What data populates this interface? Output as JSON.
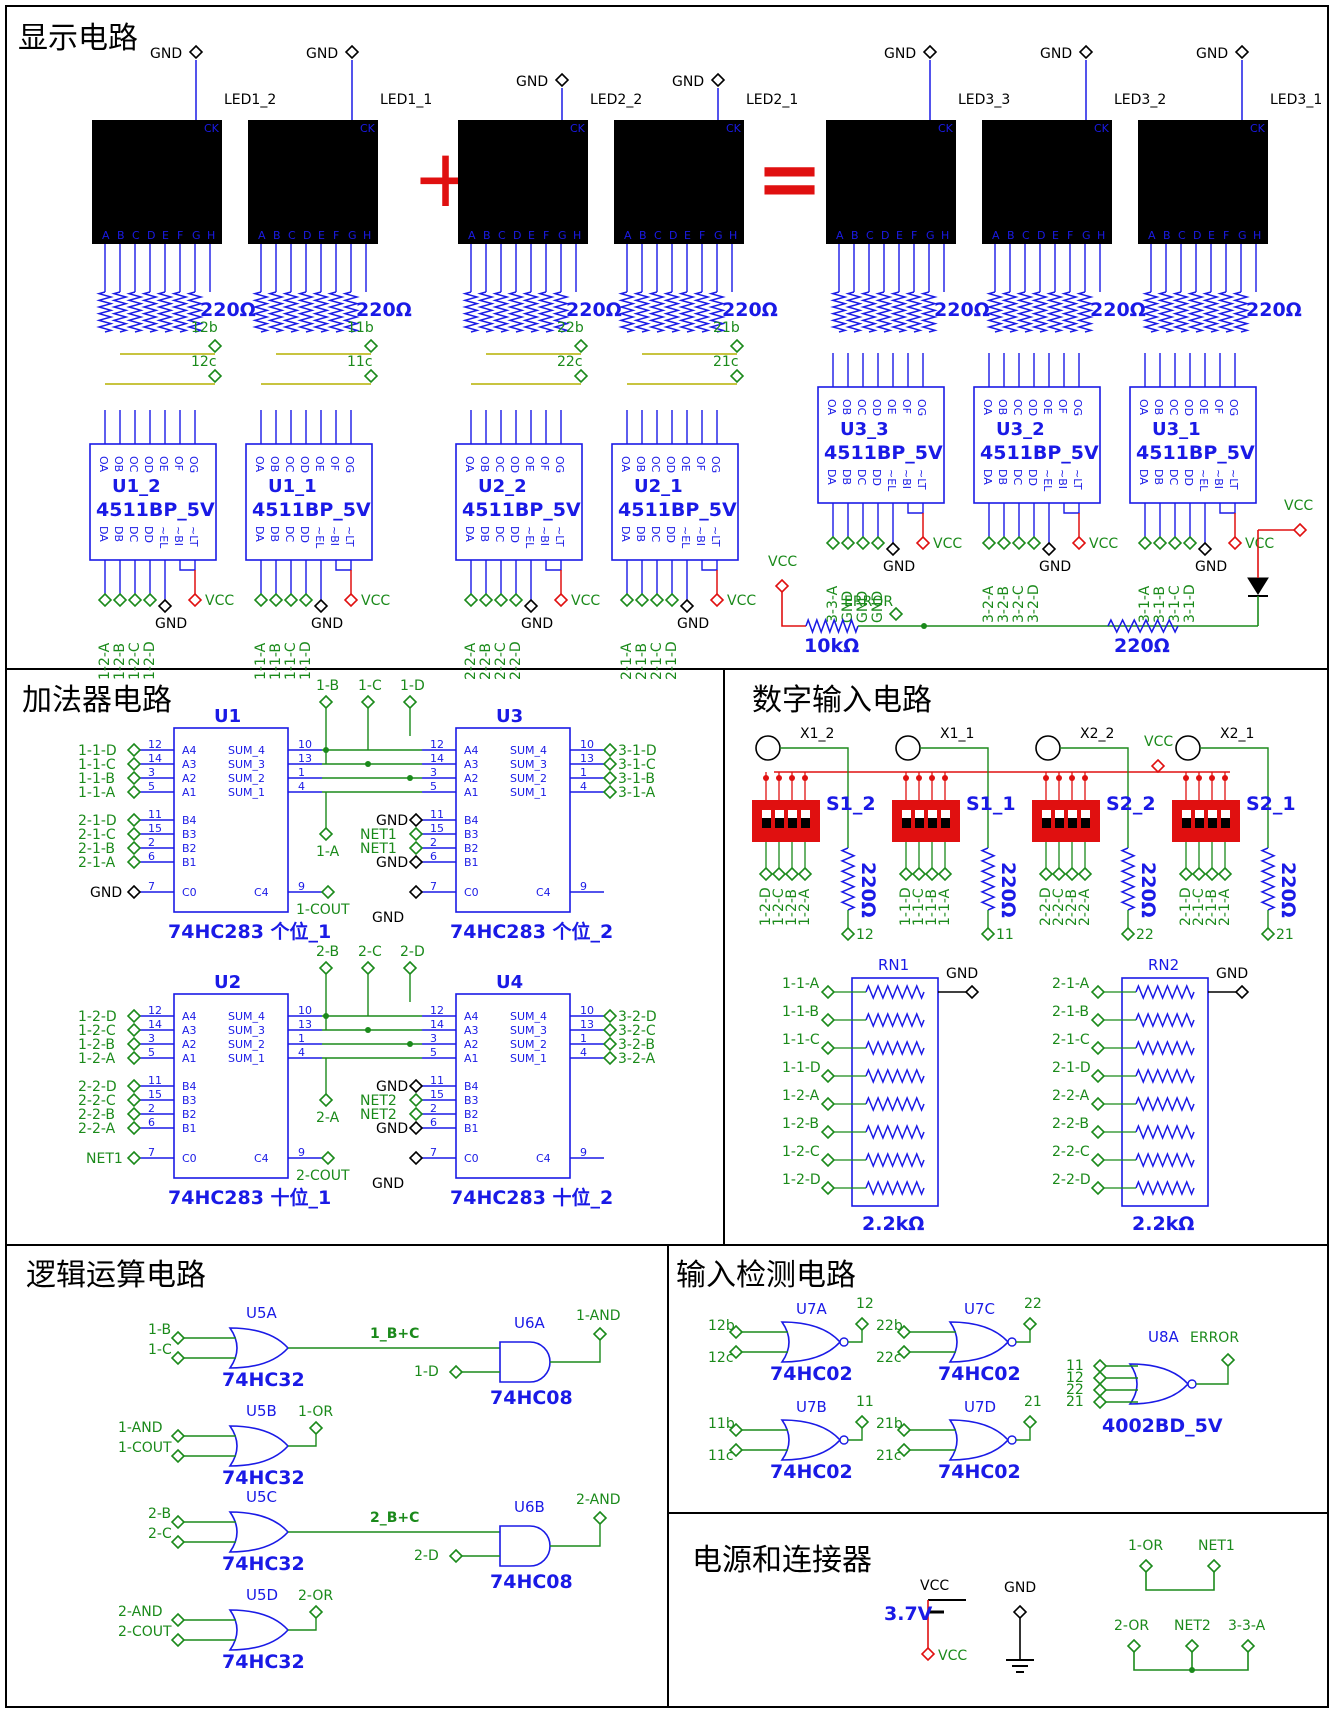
{
  "sections": {
    "display": "显示电路",
    "adder": "加法器电路",
    "digit_input": "数字输入电路",
    "logic": "逻辑运算电路",
    "input_detect": "输入检测电路",
    "power": "电源和连接器"
  },
  "common": {
    "gnd": "GND",
    "vcc": "VCC",
    "r220": "220Ω",
    "r10k": "10kΩ",
    "r22k": "2.2kΩ",
    "error": "ERROR",
    "decoder": "4511BP_5V",
    "out_pins": [
      "OA",
      "OB",
      "OC",
      "OD",
      "OE",
      "OF",
      "OG"
    ],
    "in_pins": [
      "DA",
      "DB",
      "DC",
      "DD",
      "~EL",
      "~BI",
      "~LT"
    ],
    "seg_letters": [
      "A",
      "B",
      "C",
      "D",
      "E",
      "F",
      "G",
      "H"
    ],
    "ck": "CK",
    "plus": "+",
    "equals": "="
  },
  "leds": [
    "LED1_2",
    "LED1_1",
    "LED2_2",
    "LED2_1",
    "LED3_3",
    "LED3_2",
    "LED3_1"
  ],
  "decoders": [
    {
      "ref": "U1_2",
      "nets": [
        "1-2-A",
        "1-2-B",
        "1-2-C",
        "1-2-D"
      ],
      "bus": "12b",
      "bus2": "12c"
    },
    {
      "ref": "U1_1",
      "nets": [
        "1-1-A",
        "1-1-B",
        "1-1-C",
        "1-1-D"
      ],
      "bus": "11b",
      "bus2": "11c"
    },
    {
      "ref": "U2_2",
      "nets": [
        "2-2-A",
        "2-2-B",
        "2-2-C",
        "2-2-D"
      ],
      "bus": "22b",
      "bus2": "22c"
    },
    {
      "ref": "U2_1",
      "nets": [
        "2-1-A",
        "2-1-B",
        "2-1-C",
        "2-1-D"
      ],
      "bus": "21b",
      "bus2": "21c"
    },
    {
      "ref": "U3_3",
      "nets": [
        "3-3-A",
        "GND",
        "GND",
        "GND"
      ]
    },
    {
      "ref": "U3_2",
      "nets": [
        "3-2-A",
        "3-2-B",
        "3-2-C",
        "3-2-D"
      ]
    },
    {
      "ref": "U3_1",
      "nets": [
        "3-1-A",
        "3-1-B",
        "3-1-C",
        "3-1-D"
      ]
    }
  ],
  "adders": [
    {
      "ref": "U1",
      "name": "74HC283 个位_1",
      "a": [
        "1-1-D",
        "1-1-C",
        "1-1-B",
        "1-1-A"
      ],
      "b": [
        "2-1-D",
        "2-1-C",
        "2-1-B",
        "2-1-A"
      ],
      "c0": "GND",
      "cout": "1-COUT"
    },
    {
      "ref": "U3",
      "name": "74HC283 个位_2",
      "b": [
        "GND",
        "NET1",
        "NET1",
        "GND"
      ],
      "c0": "GND",
      "out": [
        "3-1-D",
        "3-1-C",
        "3-1-B",
        "3-1-A"
      ]
    },
    {
      "ref": "U2",
      "name": "74HC283 十位_1",
      "a": [
        "1-2-D",
        "1-2-C",
        "1-2-B",
        "1-2-A"
      ],
      "b": [
        "2-2-D",
        "2-2-C",
        "2-2-B",
        "2-2-A"
      ],
      "c0": "NET1",
      "cout": "2-COUT"
    },
    {
      "ref": "U4",
      "name": "74HC283 十位_2",
      "b": [
        "GND",
        "NET2",
        "NET2",
        "GND"
      ],
      "c0": "GND",
      "out": [
        "3-2-D",
        "3-2-C",
        "3-2-B",
        "3-2-A"
      ]
    }
  ],
  "adder_pins": {
    "left": [
      "A4",
      "A3",
      "A2",
      "A1",
      "B4",
      "B3",
      "B2",
      "B1",
      "C0"
    ],
    "right": [
      "SUM_4",
      "SUM_3",
      "SUM_2",
      "SUM_1",
      "C4"
    ],
    "left_num": [
      "12",
      "14",
      "3",
      "5",
      "11",
      "15",
      "2",
      "6",
      "7"
    ],
    "right_num": [
      "10",
      "13",
      "1",
      "4",
      "9"
    ],
    "top1": [
      "1-B",
      "1-C",
      "1-D"
    ],
    "top2": [
      "2-B",
      "2-C",
      "2-D"
    ],
    "mid1": "1-A",
    "mid2": "2-A"
  },
  "switches": [
    {
      "x": "X1_2",
      "s": "S1_2",
      "nets": [
        "1-2-D",
        "1-2-C",
        "1-2-B",
        "1-2-A"
      ],
      "out": "12"
    },
    {
      "x": "X1_1",
      "s": "S1_1",
      "nets": [
        "1-1-D",
        "1-1-C",
        "1-1-B",
        "1-1-A"
      ],
      "out": "11"
    },
    {
      "x": "X2_2",
      "s": "S2_2",
      "nets": [
        "2-2-D",
        "2-2-C",
        "2-2-B",
        "2-2-A"
      ],
      "out": "22"
    },
    {
      "x": "X2_1",
      "s": "S2_1",
      "nets": [
        "2-1-D",
        "2-1-C",
        "2-1-B",
        "2-1-A"
      ],
      "out": "21"
    }
  ],
  "rnets": [
    {
      "ref": "RN1",
      "nets": [
        "1-1-A",
        "1-1-B",
        "1-1-C",
        "1-1-D",
        "1-2-A",
        "1-2-B",
        "1-2-C",
        "1-2-D"
      ]
    },
    {
      "ref": "RN2",
      "nets": [
        "2-1-A",
        "2-1-B",
        "2-1-C",
        "2-1-D",
        "2-2-A",
        "2-2-B",
        "2-2-C",
        "2-2-D"
      ]
    }
  ],
  "logic": [
    {
      "ref": "U5A",
      "type": "or",
      "in": [
        "1-B",
        "1-C"
      ],
      "part": "74HC32",
      "link": "1_B+C",
      "and_ref": "U6A",
      "and_in": "1-D",
      "and_out": "1-AND",
      "and_part": "74HC08"
    },
    {
      "ref": "U5B",
      "type": "or",
      "in": [
        "1-AND",
        "1-COUT"
      ],
      "part": "74HC32",
      "out": "1-OR"
    },
    {
      "ref": "U5C",
      "type": "or",
      "in": [
        "2-B",
        "2-C"
      ],
      "part": "74HC32",
      "link": "2_B+C",
      "and_ref": "U6B",
      "and_in": "2-D",
      "and_out": "2-AND",
      "and_part": "74HC08"
    },
    {
      "ref": "U5D",
      "type": "or",
      "in": [
        "2-AND",
        "2-COUT"
      ],
      "part": "74HC32",
      "out": "2-OR"
    }
  ],
  "nor": [
    {
      "ref": "U7A",
      "in": [
        "12b",
        "12c"
      ],
      "out": "12",
      "part": "74HC02"
    },
    {
      "ref": "U7C",
      "in": [
        "22b",
        "22c"
      ],
      "out": "22",
      "part": "74HC02"
    },
    {
      "ref": "U7B",
      "in": [
        "11b",
        "11c"
      ],
      "out": "11",
      "part": "74HC02"
    },
    {
      "ref": "U7D",
      "in": [
        "21b",
        "21c"
      ],
      "out": "21",
      "part": "74HC02"
    }
  ],
  "nor4": {
    "ref": "U8A",
    "in": [
      "11",
      "12",
      "22",
      "21"
    ],
    "out": "ERROR",
    "part": "4002BD_5V"
  },
  "power": {
    "battery": "3.7V",
    "vcc": "VCC",
    "gnd": "GND",
    "c1": [
      "1-OR",
      "NET1"
    ],
    "c2": [
      "2-OR",
      "NET2",
      "3-3-A"
    ]
  },
  "colors": {
    "blue": "#1a1ae6",
    "green": "#1b8a1b",
    "red": "#e01010",
    "olive": "#b5b000",
    "black": "#000000"
  }
}
